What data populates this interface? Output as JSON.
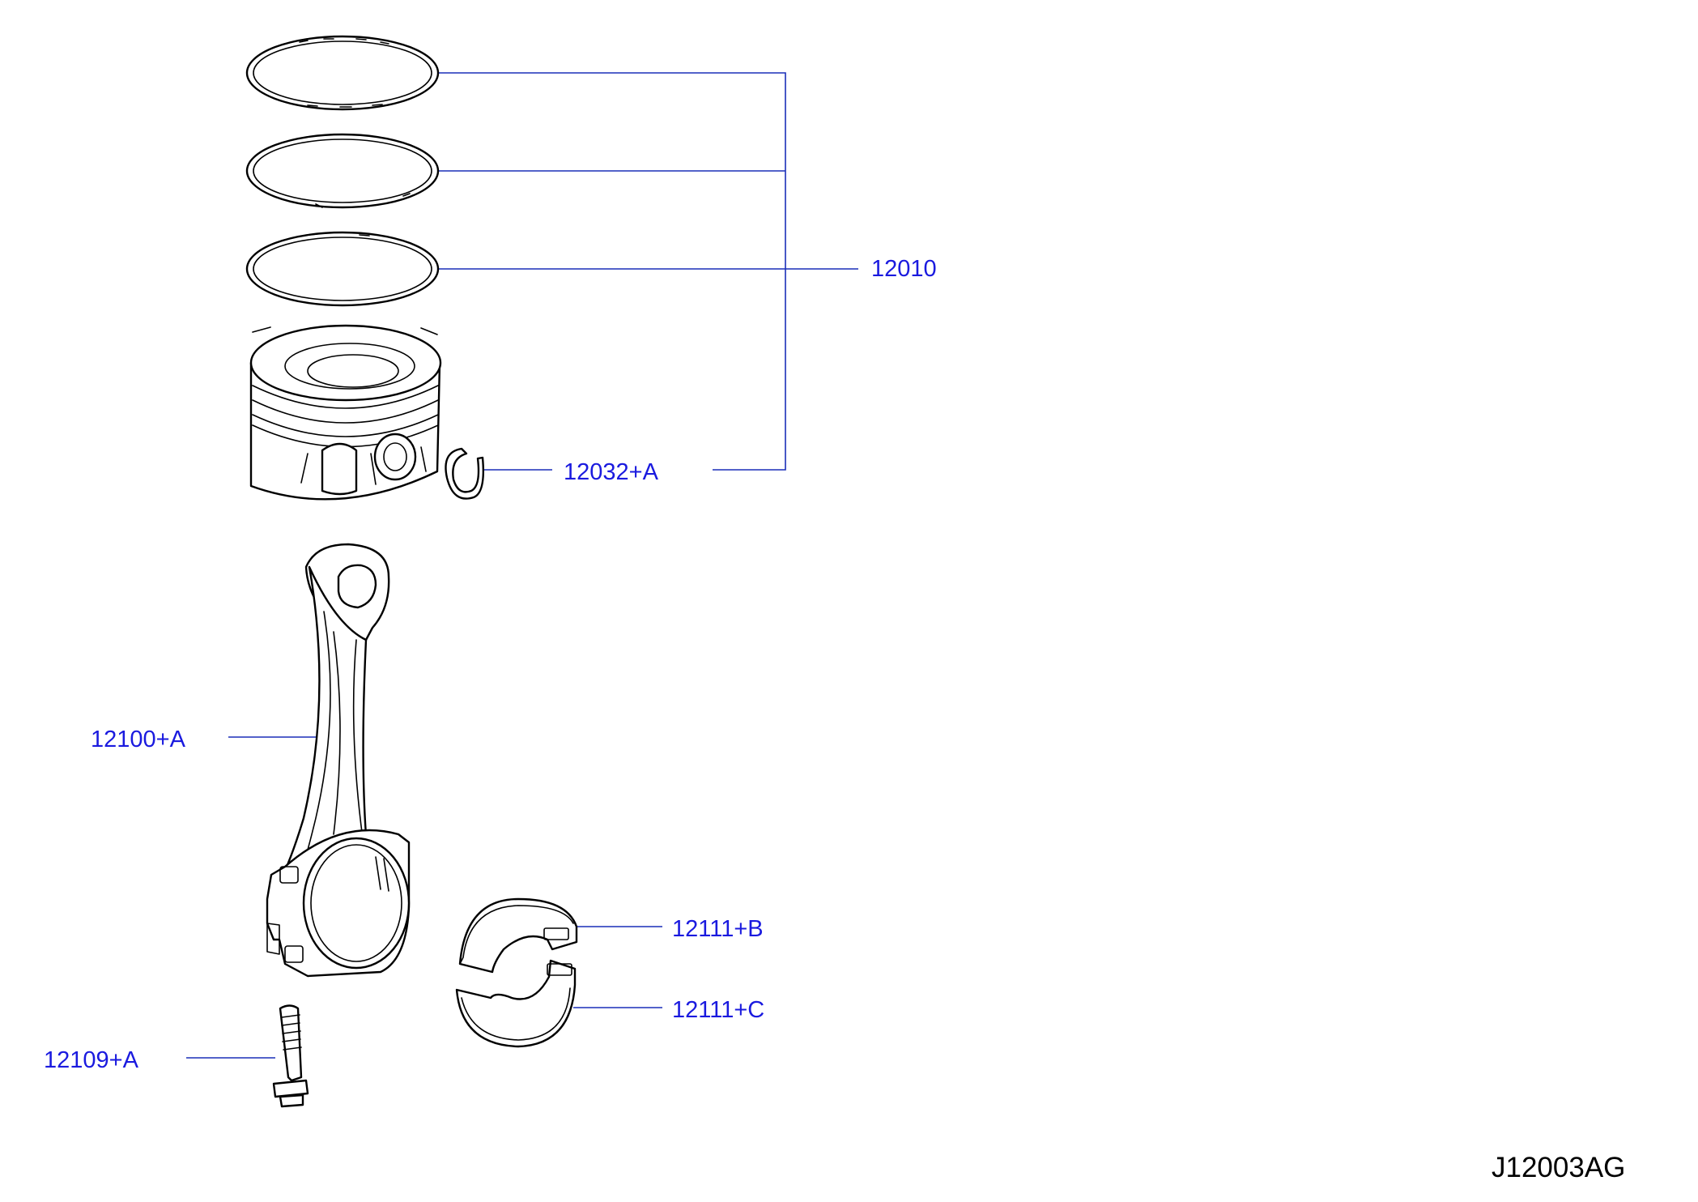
{
  "callouts": {
    "piston_ring_set": "12010",
    "snap_ring": "12032+A",
    "connecting_rod": "12100+A",
    "rod_bearing_upper": "12111+B",
    "rod_bearing_lower": "12111+C",
    "rod_bolt": "12109+A"
  },
  "diagram_code": "J12003AG",
  "colors": {
    "callout_text": "#1a1adf",
    "leader_line": "#1a2fb8",
    "line_art": "#000000",
    "background": "#ffffff"
  }
}
